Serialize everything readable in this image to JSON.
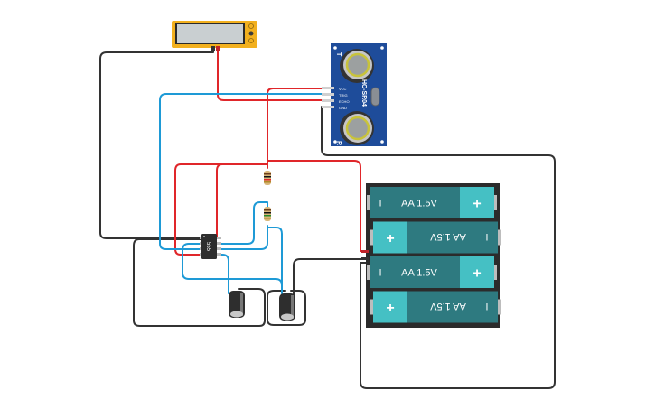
{
  "diagram": {
    "type": "breadboard-circuit",
    "components": {
      "lcd_display": {
        "name": "LCD display module",
        "color": "#f2b01e"
      },
      "ultrasonic_sensor": {
        "model_label": "HC-SR04",
        "pins": [
          "VCC",
          "TRIG",
          "ECHO",
          "GND"
        ],
        "color": "#1e4c9a"
      },
      "timer_ic": {
        "label": "555"
      },
      "resistors": [
        {
          "name": "resistor-1",
          "bands": [
            "brown",
            "black",
            "red",
            "gold"
          ]
        },
        {
          "name": "resistor-2",
          "bands": [
            "brown",
            "black",
            "green",
            "gold"
          ]
        }
      ],
      "capacitors": [
        {
          "name": "capacitor-1"
        },
        {
          "name": "capacitor-2"
        }
      ],
      "battery_pack": {
        "cells": [
          {
            "label": "AA 1.5V",
            "orientation": "normal",
            "minus": "I",
            "plus": "+"
          },
          {
            "label": "AA 1.5V",
            "orientation": "flipped",
            "minus": "I",
            "plus": "+"
          },
          {
            "label": "AA 1.5V",
            "orientation": "normal",
            "minus": "I",
            "plus": "+"
          },
          {
            "label": "AA 1.5V",
            "orientation": "flipped",
            "minus": "I",
            "plus": "+"
          }
        ],
        "cell_color": "#2e7a80",
        "terminal_color": "#45c0c4"
      }
    },
    "wire_colors": {
      "power": "#e0262a",
      "signal": "#1e9ad6",
      "ground": "#333333"
    }
  }
}
